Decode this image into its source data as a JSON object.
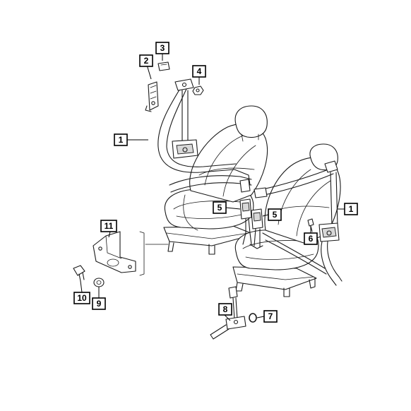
{
  "callouts": {
    "c1a": "1",
    "c1b": "1",
    "c2": "2",
    "c3": "3",
    "c4": "4",
    "c5a": "5",
    "c5b": "5",
    "c6": "6",
    "c7": "7",
    "c8": "8",
    "c9": "9",
    "c10": "10",
    "c11": "11"
  },
  "colors": {
    "line": "#1a1a1a",
    "background": "#ffffff"
  }
}
